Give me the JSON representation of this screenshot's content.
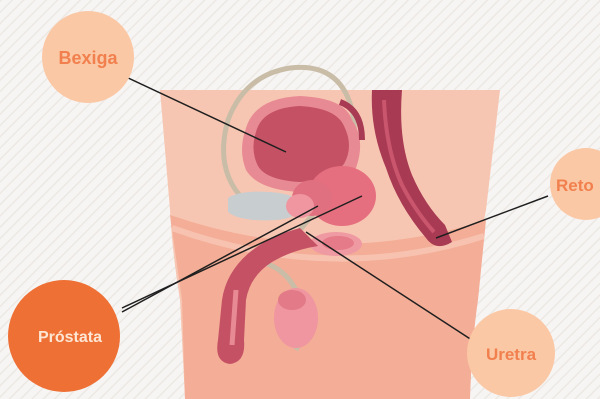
{
  "labels": {
    "bexiga": "Bexiga",
    "reto": "Reto",
    "prostata": "Próstata",
    "uretra": "Uretra"
  },
  "colors": {
    "background": "#f6f4f2",
    "skin_light": "#f7c9b3",
    "skin_mid": "#f2a48f",
    "organ_dark": "#c65266",
    "organ_mid": "#e07b86",
    "organ_light": "#f29aa3",
    "seminal": "#c8cdd0",
    "duct": "#c9bda8",
    "label_light_fill": "#fbc8a6",
    "label_light_text": "#f1804e",
    "label_dark_fill": "#ee7035",
    "label_dark_text": "#fde6d4",
    "leader": "#1f1f1f"
  }
}
